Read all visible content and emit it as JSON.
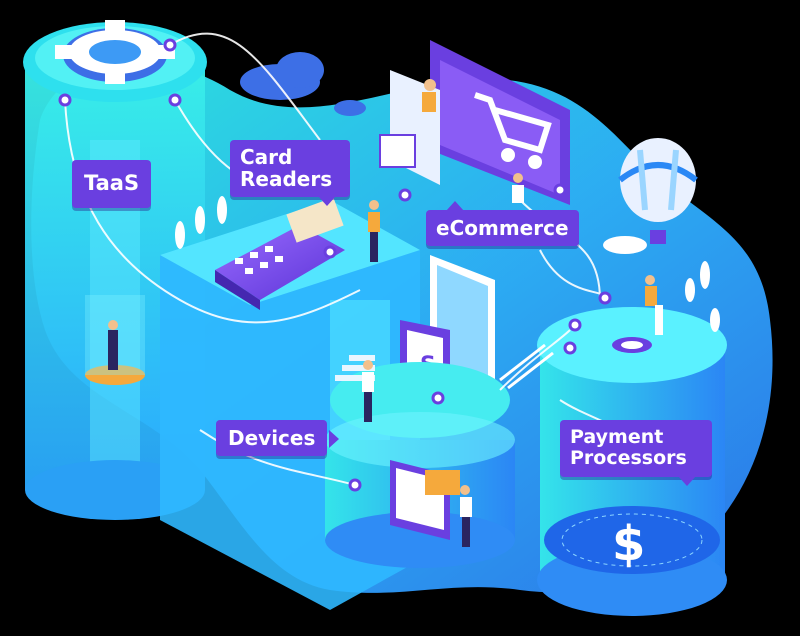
{
  "labels": {
    "taas": "TaaS",
    "card_readers_line1": "Card",
    "card_readers_line2": "Readers",
    "ecommerce": "eCommerce",
    "devices": "Devices",
    "payment_processors_line1": "Payment",
    "payment_processors_line2": "Processors"
  },
  "icons": {
    "dollar": "$",
    "brand_mark": "S"
  },
  "colors": {
    "background": "#000000",
    "cyan": "#2fd8ff",
    "teal": "#31e6e0",
    "blue": "#2a7df2",
    "purple": "#6a3fe0",
    "violet": "#8a5cf5",
    "orange": "#f5a93c",
    "white": "#ffffff"
  }
}
